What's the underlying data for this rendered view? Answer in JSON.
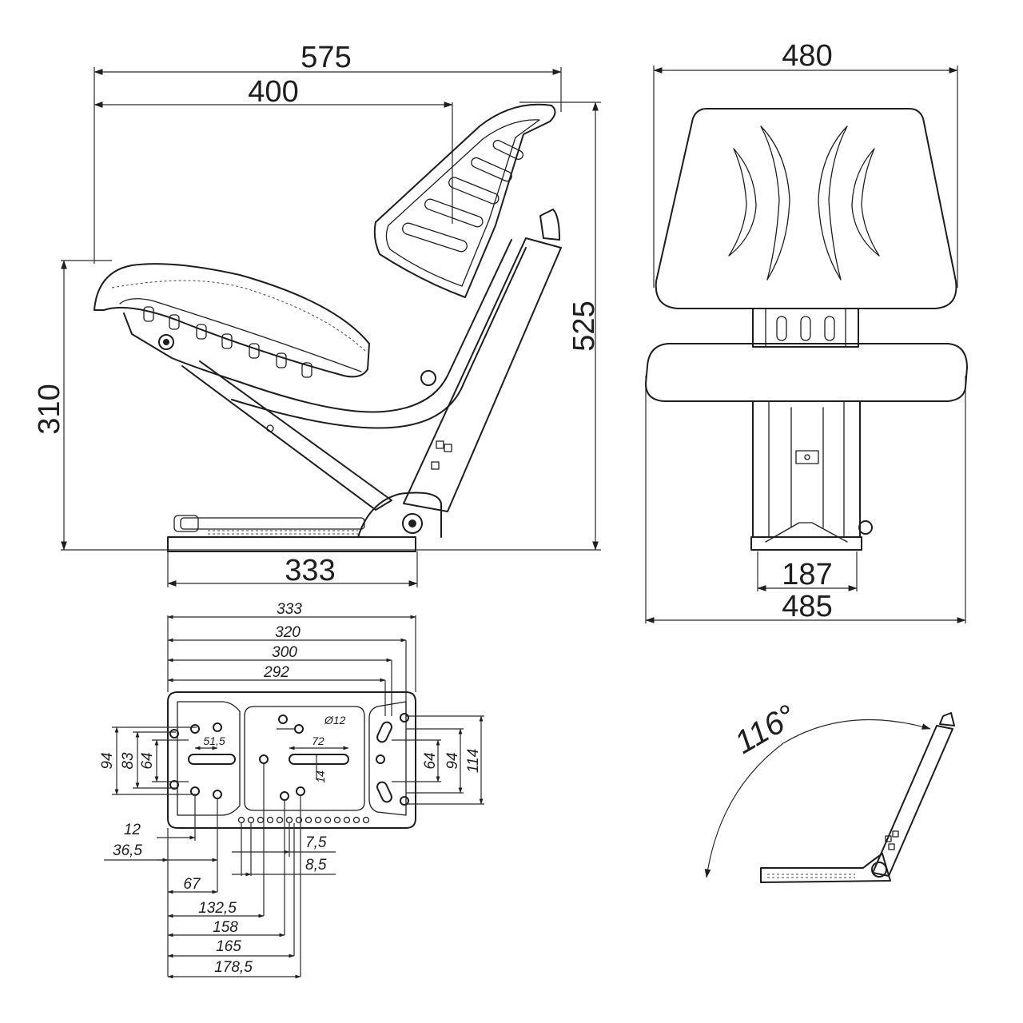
{
  "side_view": {
    "width_total": "575",
    "width_back": "400",
    "height_total": "525",
    "height_seat": "310",
    "base_length": "333"
  },
  "front_view": {
    "back_width": "480",
    "seat_width": "485",
    "base_width": "187"
  },
  "base_plate": {
    "len_333": "333",
    "len_320": "320",
    "len_300": "300",
    "len_292": "292",
    "hole_diameter": "Ø12",
    "slot_spacing": "51,5",
    "slot_length": "72",
    "slot_width": "14",
    "left_94": "94",
    "left_83": "83",
    "left_64": "64",
    "right_64": "64",
    "right_94": "94",
    "right_114": "114",
    "b_12": "12",
    "b_36_5": "36,5",
    "b_7_5": "7,5",
    "b_8_5": "8,5",
    "b_67": "67",
    "b_132_5": "132,5",
    "b_158": "158",
    "b_165": "165",
    "b_178_5": "178,5"
  },
  "recline": {
    "angle": "116°"
  },
  "colors": {
    "line": "#1e1e1e",
    "background": "#ffffff"
  }
}
